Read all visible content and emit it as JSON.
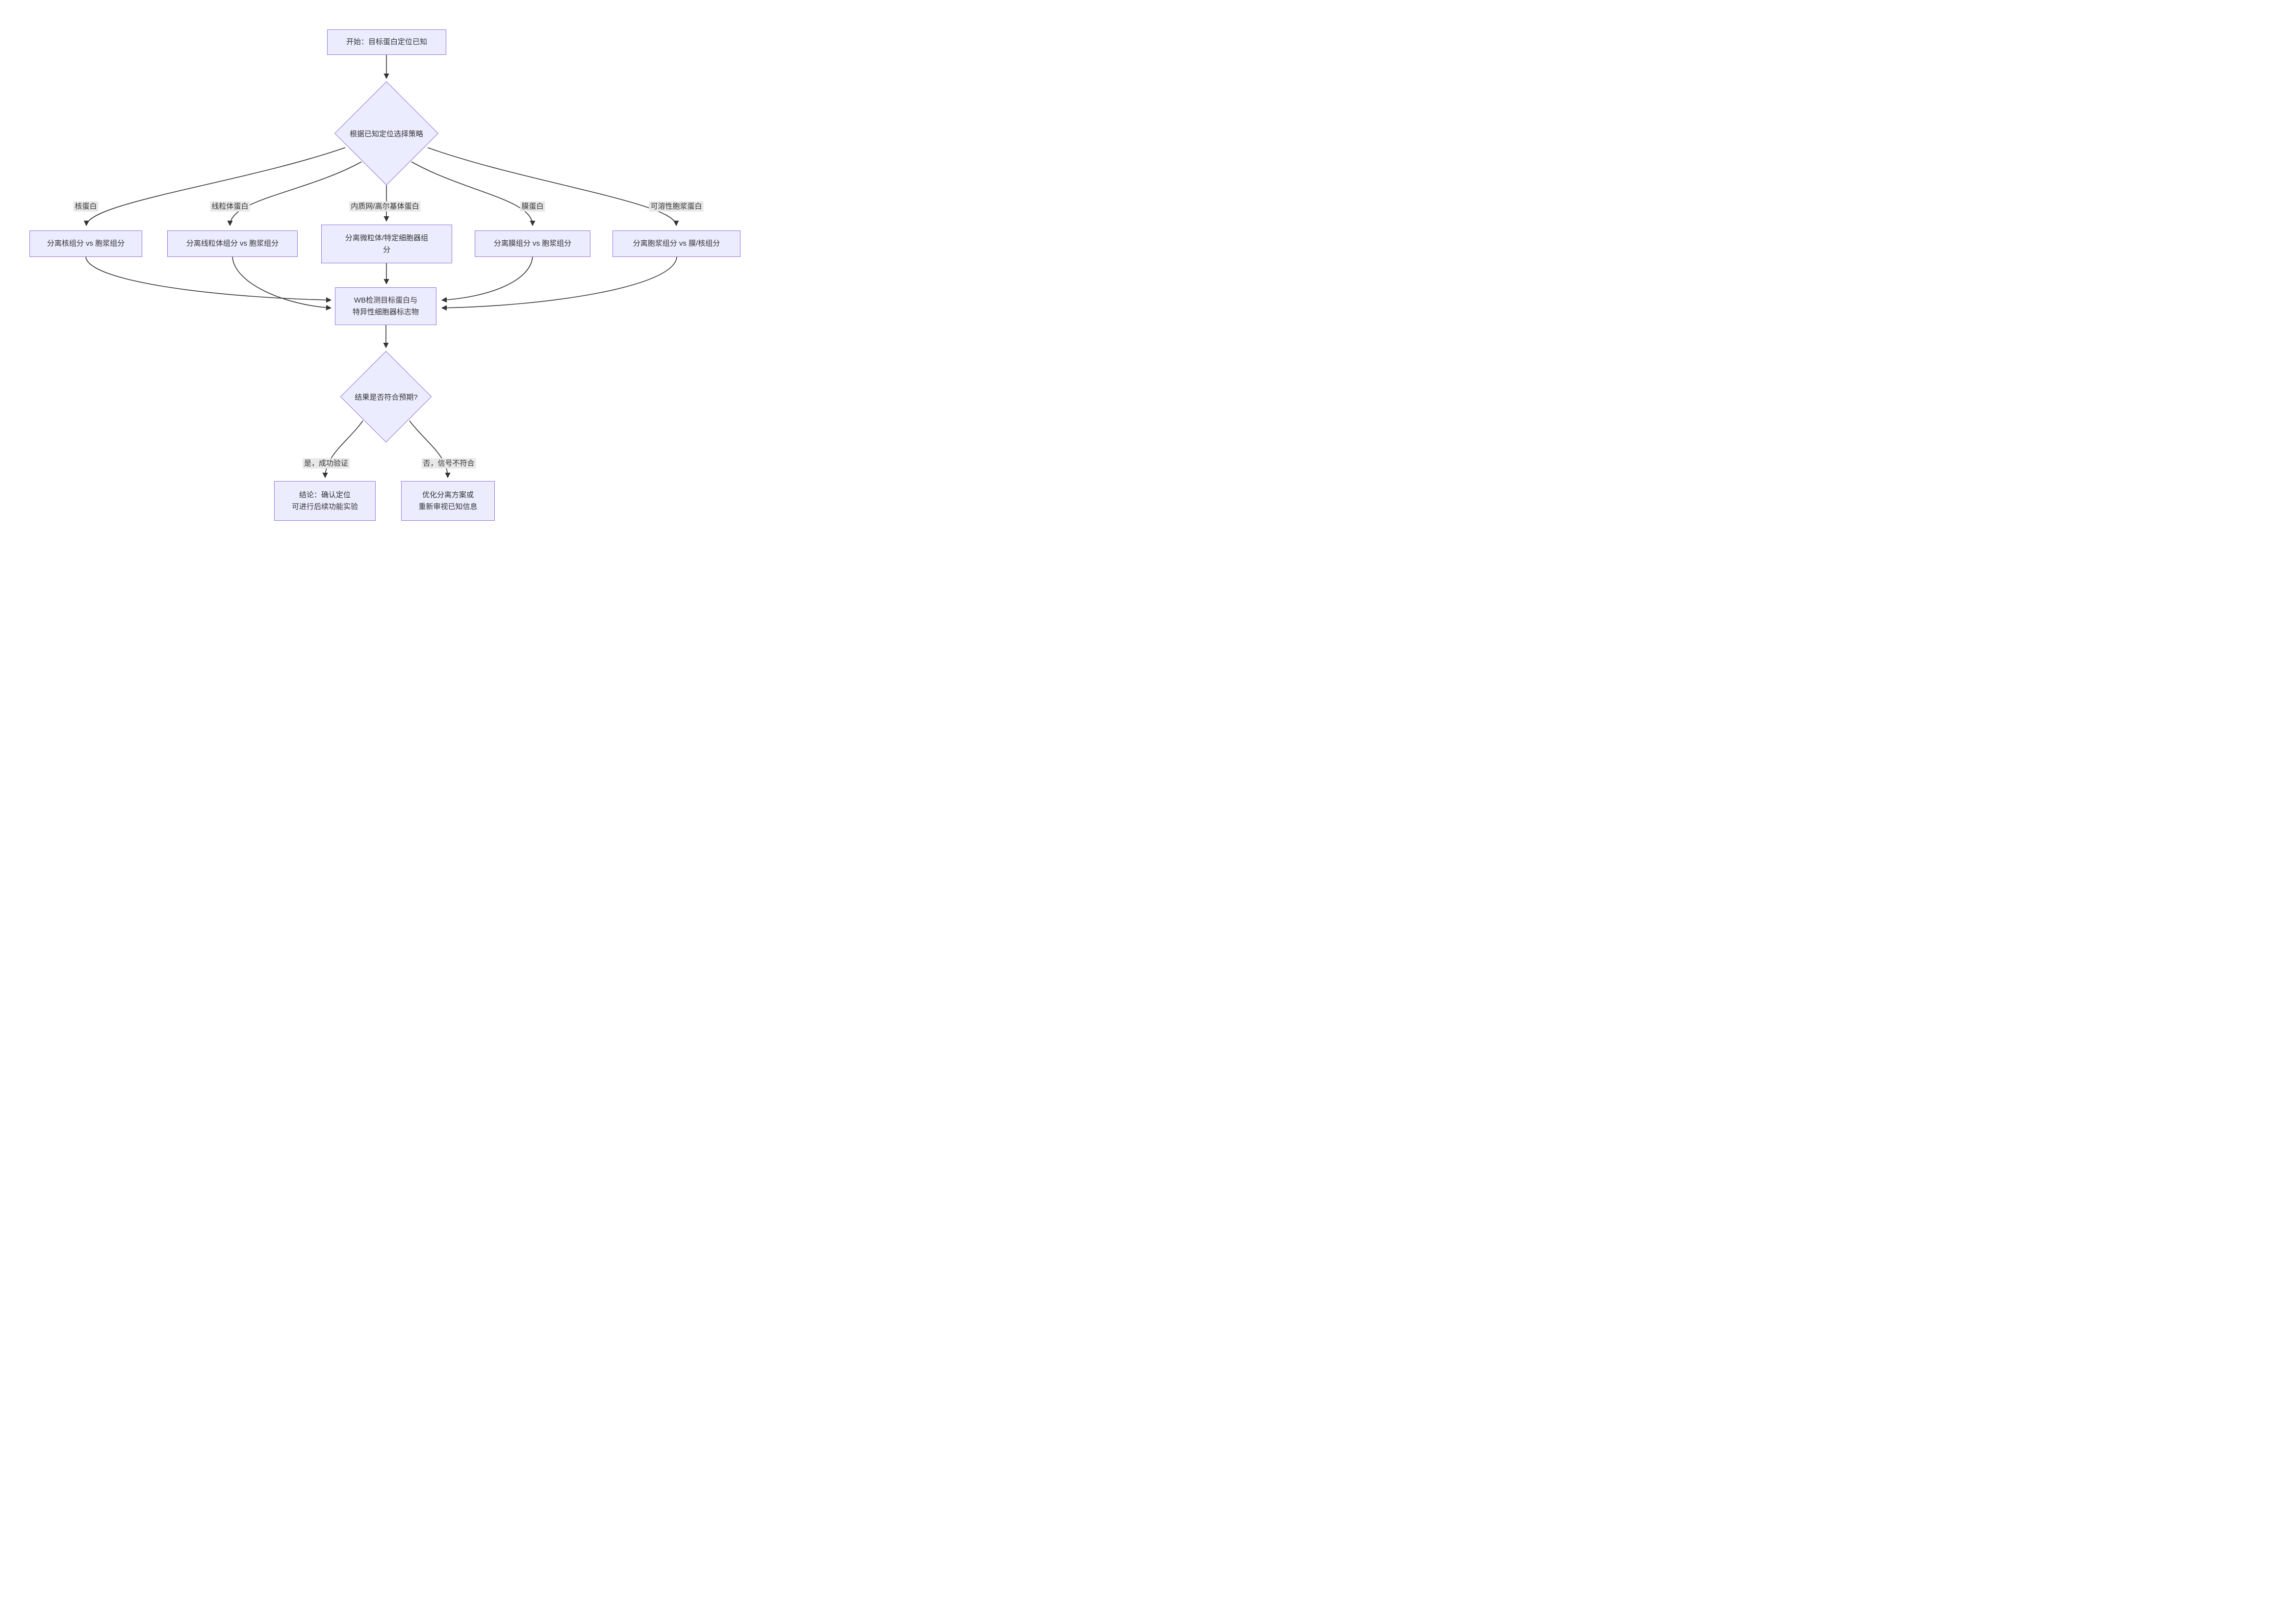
{
  "diagram": {
    "type": "flowchart",
    "direction": "top-down",
    "colors": {
      "node_fill": "#ECECFF",
      "node_border": "#9370DB",
      "edge_line": "#333333",
      "edge_label_background": "#e8e8e8",
      "text": "#333333",
      "page_background": "#ffffff"
    },
    "nodes": [
      {
        "id": "start",
        "shape": "rect",
        "lines": [
          "开始：目标蛋白定位已知"
        ]
      },
      {
        "id": "strategy",
        "shape": "diamond",
        "lines": [
          "根据已知定位选择策略"
        ]
      },
      {
        "id": "nuclear",
        "shape": "rect",
        "lines": [
          "分离核组分 vs 胞浆组分"
        ]
      },
      {
        "id": "mito",
        "shape": "rect",
        "lines": [
          "分离线粒体组分 vs 胞浆组分"
        ]
      },
      {
        "id": "er",
        "shape": "rect",
        "lines": [
          "分离微粒体/特定细胞器组",
          "分"
        ]
      },
      {
        "id": "membrane",
        "shape": "rect",
        "lines": [
          "分离膜组分 vs 胞浆组分"
        ]
      },
      {
        "id": "cytosol",
        "shape": "rect",
        "lines": [
          "分离胞浆组分 vs 膜/核组分"
        ]
      },
      {
        "id": "wb",
        "shape": "rect",
        "lines": [
          "WB检测目标蛋白与",
          "特异性细胞器标志物"
        ]
      },
      {
        "id": "expect",
        "shape": "diamond",
        "lines": [
          "结果是否符合预期?"
        ]
      },
      {
        "id": "conclusion",
        "shape": "rect",
        "lines": [
          "结论：确认定位",
          "可进行后续功能实验"
        ]
      },
      {
        "id": "optimize",
        "shape": "rect",
        "lines": [
          "优化分离方案或",
          "重新审视已知信息"
        ]
      }
    ],
    "edges": [
      {
        "from": "start",
        "to": "strategy",
        "label": ""
      },
      {
        "from": "strategy",
        "to": "nuclear",
        "label": "核蛋白"
      },
      {
        "from": "strategy",
        "to": "mito",
        "label": "线粒体蛋白"
      },
      {
        "from": "strategy",
        "to": "er",
        "label": "内质网/高尔基体蛋白"
      },
      {
        "from": "strategy",
        "to": "membrane",
        "label": "膜蛋白"
      },
      {
        "from": "strategy",
        "to": "cytosol",
        "label": "可溶性胞浆蛋白"
      },
      {
        "from": "nuclear",
        "to": "wb",
        "label": ""
      },
      {
        "from": "mito",
        "to": "wb",
        "label": ""
      },
      {
        "from": "er",
        "to": "wb",
        "label": ""
      },
      {
        "from": "membrane",
        "to": "wb",
        "label": ""
      },
      {
        "from": "cytosol",
        "to": "wb",
        "label": ""
      },
      {
        "from": "wb",
        "to": "expect",
        "label": ""
      },
      {
        "from": "expect",
        "to": "conclusion",
        "label": "是，成功验证"
      },
      {
        "from": "expect",
        "to": "optimize",
        "label": "否，信号不符合"
      }
    ]
  }
}
